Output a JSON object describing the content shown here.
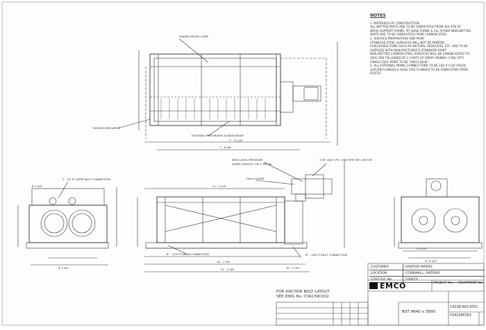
{
  "labels": {
    "hinged_drum_cover": "HINGED DRUM COVER",
    "sludge_discharge": "SLUDGE DISCHARGE",
    "rotating_perforated_screen_drum": "ROTATING PERFORATED SCREEN DRUM",
    "seed_level_pressure": "SEED LEVEL PRESSURE",
    "wheel_nozzle": "WHEEL NOZZLE 4 ID 4. 60\" IN",
    "motor": "3 HP, 460 3 PH, 1750 RPM TEFC MOTOR",
    "check_gland": "Check GLAND",
    "inlet_conn_left": "2 - 10\" FF 50PSI INLET CONNECTION",
    "drain_connection": "6\" - 125 FF DRAIN CONNECTION",
    "inlet_conn_right": "6\" - 150 FF INLET CONNECTION"
  },
  "dims": {
    "top_width": "7' - 11 1/4\"",
    "mid_width": "7' - 8 5/8\"",
    "bottom_a": "11' - 3 1/4\"",
    "bottom_b": "16' - 7 3/4\"",
    "bottom_c": "22' - 6 3/4\"",
    "bottom_d": "10' - 0 3/4\"",
    "left_a": "6' 3 3/4\"",
    "left_b": "6' 3 3/4\"",
    "right_a": "4' 6 1/4\"",
    "right_b": "9' 11 3/4\""
  },
  "notes": {
    "title": "NOTES",
    "lines": [
      "1. MATERIALS OF CONSTRUCTION",
      "   ALL WETTED PARTS ARE TO BE FABRICATED FROM 304 STN ST.",
      "   DRIVE SUPPORT FRAME, PIT BASE FRAME & ALL OTHER NON-WETTED",
      "   PARTS ARE TO BE FABRICATED FROM CARBON STEEL",
      "2. SURFACE PREPARATION AND PAINT",
      "   STAINLESS STEEL SURFACES WILL NOT BE PAINTED.",
      "   PURCHASED ITEMS SUCH AS MOTORS, REDUCERS, ETC. ARE TO BE",
      "   SUPPLIED WITH MANUFACTURER'S STANDARD PAINT.",
      "   NON-WETTED CARBON STEEL SURFACES WILL BE SANDBLASTED TO",
      "   SSPC-SP6 FOLLOWED BY 1 COATS OF EPOXY PRIMER (3 MIL DFT)",
      "   FINISH COAT: PAINT TO BE \"EMCO BLUE\"",
      "3. ALL EXTERNAL PIPING CONNECTIONS TO BE 150 # FLAT FACED",
      "   SLIP-ON FLANGES & HOLE SIZE FLANGES TO BE FABRICATED FROM",
      "   PLATES"
    ]
  },
  "info": {
    "customer_k": "CUSTOMER",
    "customer_v": "DOMTAR PAPERS",
    "location_k": "LOCATION",
    "location_v": "CORNWALL, ONTARIO",
    "cost_k": "COST P.O. No.",
    "cost_v": "530073",
    "project_k": "PROJECT No.",
    "project_v": "EQUIPMENT No."
  },
  "company": "EMCO",
  "anchor": {
    "line1": "FOR ANCHOR BOLT LAYOUT",
    "line2": "SEE DWG No. C04239C002"
  },
  "rst": "RST 9640 x 3000",
  "dwg": {
    "top": "C4228-002-4331",
    "bottom": "C04239C001"
  }
}
